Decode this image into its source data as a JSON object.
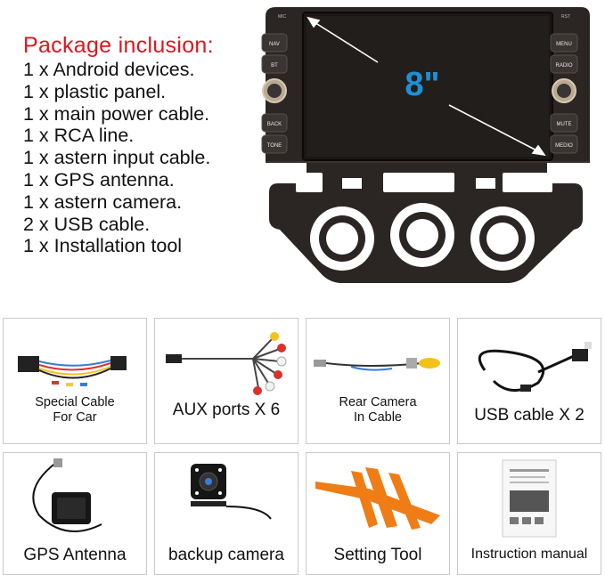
{
  "package": {
    "title": "Package inclusion:",
    "items": [
      "1 x Android devices.",
      "1 x plastic panel.",
      "1 x main power cable.",
      "1 x RCA line.",
      "1 x astern input cable.",
      "1 x GPS antenna.",
      "1 x astern camera.",
      "2 x USB cable.",
      "1 x Installation tool"
    ]
  },
  "device": {
    "screen_size": "8\"",
    "top_left_label": "MIC",
    "top_right_label": "RST",
    "left_buttons": [
      "NAV",
      "BT",
      "BACK",
      "TONE"
    ],
    "right_buttons": [
      "MENU",
      "RADIO",
      "MUTE",
      "MEDIO"
    ]
  },
  "accessories": [
    {
      "caption": "Special Cable\nFor Car",
      "icon": "wiring-harness-icon"
    },
    {
      "caption": "AUX ports X 6",
      "icon": "rca-cable-icon"
    },
    {
      "caption": "Rear Camera\nIn Cable",
      "icon": "camera-input-cable-icon"
    },
    {
      "caption": "USB cable X 2",
      "icon": "usb-cable-icon"
    },
    {
      "caption": "GPS Antenna",
      "icon": "gps-antenna-icon"
    },
    {
      "caption": "backup camera",
      "icon": "backup-camera-icon"
    },
    {
      "caption": "Setting Tool",
      "icon": "pry-tool-icon"
    },
    {
      "caption": "Instruction manual",
      "icon": "manual-icon"
    }
  ],
  "colors": {
    "title_red": "#e0161d",
    "screen_blue": "#1e90d6",
    "panel_dark": "#2b2624",
    "rca_yellow": "#f2c21a",
    "rca_red": "#d9322b",
    "tool_orange": "#f07c16"
  }
}
